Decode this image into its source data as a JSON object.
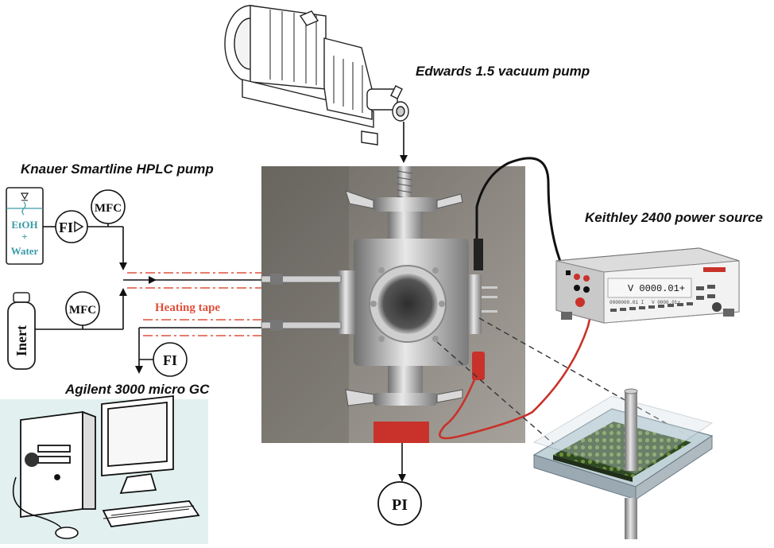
{
  "labels": {
    "vacuum_pump": "Edwards 1.5 vacuum pump",
    "hplc_pump": "Knauer Smartline HPLC pump",
    "power_source": "Keithley 2400 power source",
    "micro_gc": "Agilent 3000 micro GC",
    "heating_tape": "Heating tape"
  },
  "instruments": {
    "mfc_top": "MFC",
    "mfc_bottom": "MFC",
    "fi_flow": "FI",
    "fi_gc": "FI",
    "pi": "PI"
  },
  "reservoir": {
    "line1": "EtOH",
    "line2": "+",
    "line3": "Water"
  },
  "cylinder": {
    "label": "Inert"
  },
  "keithley_display": {
    "main": "V 0000.01+",
    "sub1": "0000000.01 I",
    "sub2": "V 0000.01+"
  },
  "colors": {
    "accent_red": "#d63a2a",
    "heating_tape": "#e0503c",
    "liquid_text": "#3a9aa8",
    "computer_bg": "#e2f0ef"
  }
}
